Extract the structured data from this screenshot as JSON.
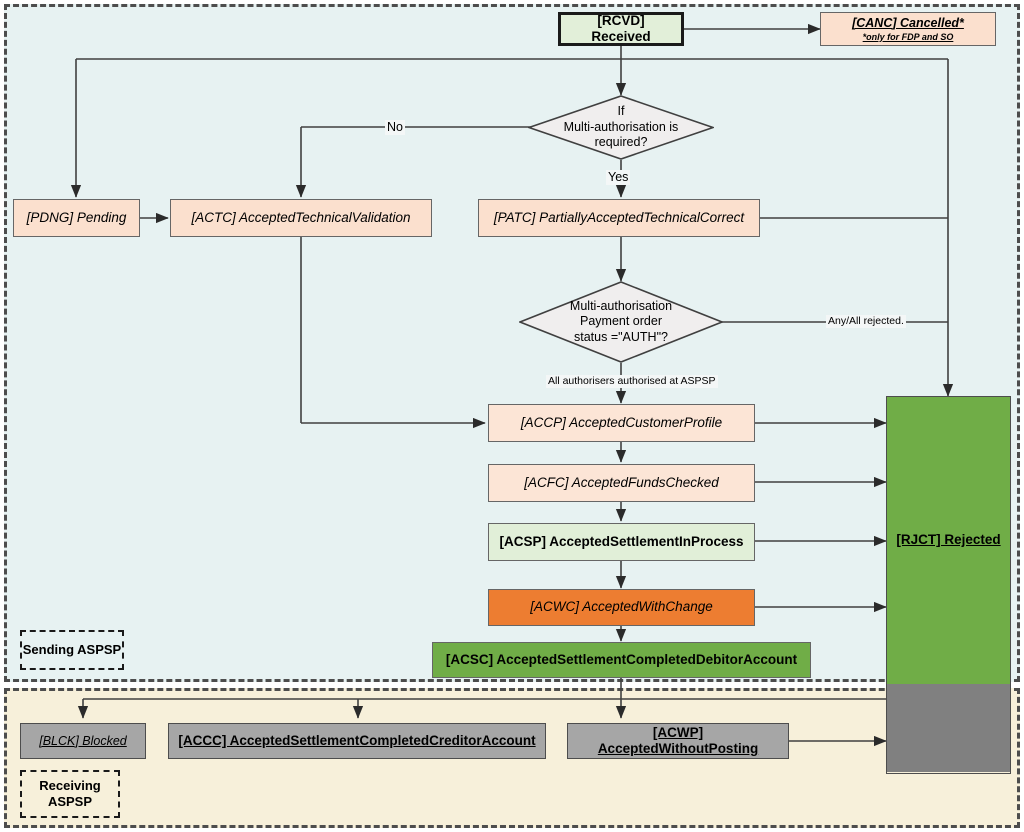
{
  "lanes": {
    "sending": {
      "label": "Sending ASPSP"
    },
    "receiving": {
      "label": "Receiving\nASPSP",
      "label_line1": "Receiving",
      "label_line2": "ASPSP"
    }
  },
  "nodes": {
    "rcvd": {
      "label": "[RCVD] Received"
    },
    "canc": {
      "label": "[CANC] Cancelled*",
      "note": "*only for FDP and SO"
    },
    "pdng": {
      "label": "[PDNG] Pending"
    },
    "actc": {
      "label": "[ACTC] AcceptedTechnicalValidation"
    },
    "patc": {
      "label": "[PATC] PartiallyAcceptedTechnicalCorrect"
    },
    "accp": {
      "label": "[ACCP] AcceptedCustomerProfile"
    },
    "acfc": {
      "label": "[ACFC] AcceptedFundsChecked"
    },
    "acsp": {
      "label": "[ACSP] AcceptedSettlementInProcess"
    },
    "acwc": {
      "label": "[ACWC] AcceptedWithChange"
    },
    "acsc": {
      "label": "[ACSC] AcceptedSettlementCompletedDebitorAccount"
    },
    "rjct": {
      "label": "[RJCT] Rejected"
    },
    "blck": {
      "label": "[BLCK] Blocked"
    },
    "accc": {
      "label": "[ACCC] AcceptedSettlementCompletedCreditorAccount"
    },
    "acwp": {
      "label": "[ACWP] AcceptedWithoutPosting"
    }
  },
  "decisions": {
    "d1": {
      "line1": "If",
      "line2": "Multi-authorisation is",
      "line3": "required?"
    },
    "d2": {
      "line1": "Multi-authorisation",
      "line2": "Payment order",
      "line3": "status =\"AUTH\"?"
    }
  },
  "edge_labels": {
    "no": "No",
    "yes": "Yes",
    "any_all_rejected": "Any/All rejected.",
    "all_authorised": "All authorisers authorised at ASPSP"
  },
  "colors": {
    "lane_sending_bg": "#e7f2f2",
    "lane_receiving_bg": "#f7f0da",
    "peach": "#fbe0ce",
    "peach_light": "#fce5d6",
    "green_light": "#e2efd9",
    "orange": "#ed7d31",
    "green": "#70ad47",
    "grey": "#a6a6a6",
    "line": "#404040"
  }
}
